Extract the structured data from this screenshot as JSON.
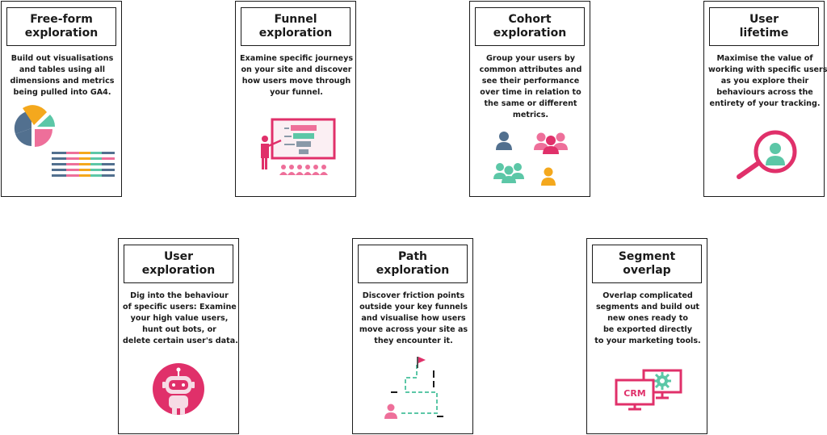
{
  "cards": [
    {
      "title": [
        "Free-form",
        "exploration"
      ],
      "desc": [
        "Build out visualisations",
        "and tables using all",
        "dimensions and metrics",
        "being pulled into GA4."
      ]
    },
    {
      "title": [
        "Funnel",
        "exploration"
      ],
      "desc": [
        "Examine specific journeys",
        "on your site and discover",
        "how users move through",
        "your funnel."
      ]
    },
    {
      "title": [
        "Cohort",
        "exploration"
      ],
      "desc": [
        "Group your users by",
        "common attributes and",
        "see their performance",
        "over time in relation to",
        "the same or different",
        "metrics."
      ]
    },
    {
      "title": [
        "User",
        "lifetime"
      ],
      "desc": [
        "Maximise the value of",
        "working with specific users",
        "as you explore their",
        "behaviours across the",
        "entirety of your tracking."
      ]
    },
    {
      "title": [
        "User",
        "exploration"
      ],
      "desc": [
        "Dig into the behaviour",
        "of specific users: Examine",
        "your high value users,",
        "hunt out bots, or",
        "delete certain user's data."
      ]
    },
    {
      "title": [
        "Path",
        "exploration"
      ],
      "desc": [
        "Discover friction points",
        "outside your key funnels",
        "and visualise how users",
        "move across your site as",
        "they encounter it."
      ]
    },
    {
      "title": [
        "Segment",
        "overlap"
      ],
      "desc": [
        "Overlap complicated",
        "segments and build out",
        "new ones ready to",
        "be exported directly",
        "to your marketing tools."
      ]
    }
  ],
  "crm_label": "CRM",
  "colors": {
    "pink": "#e0306a",
    "pink_light": "#ee8aab",
    "teal": "#5cc7a7",
    "orange": "#f4a81d",
    "slate": "#52708f",
    "gray": "#8a99a8"
  }
}
